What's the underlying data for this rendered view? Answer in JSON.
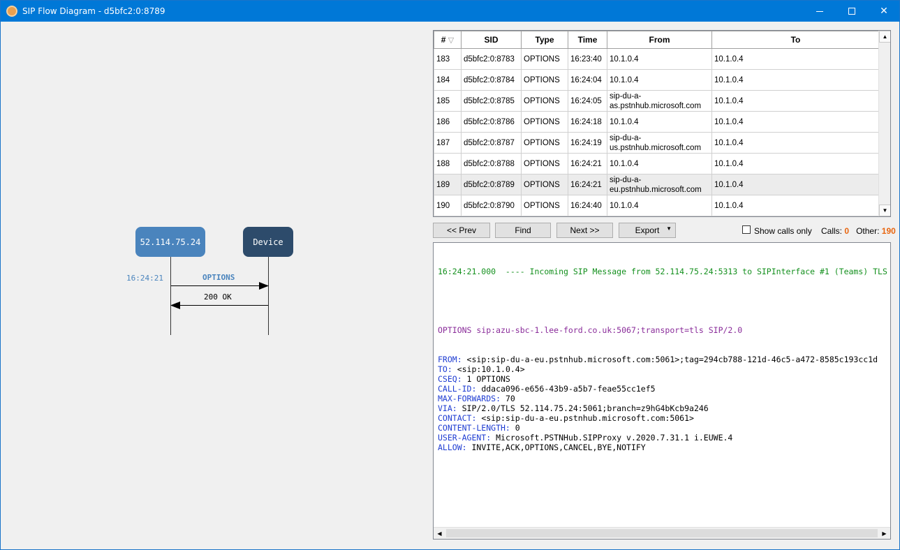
{
  "window": {
    "title": "SIP Flow Diagram - d5bfc2:0:8789"
  },
  "diagram": {
    "node_a": "52.114.75.24",
    "node_b": "Device",
    "timestamp": "16:24:21",
    "request": "OPTIONS",
    "response": "200 OK",
    "request_color": "#4a84bd"
  },
  "table": {
    "columns": [
      "#",
      "SID",
      "Type",
      "Time",
      "From",
      "To"
    ],
    "rows": [
      {
        "num": "183",
        "sid": "d5bfc2:0:8783",
        "type": "OPTIONS",
        "time": "16:23:40",
        "from": "10.1.0.4",
        "to": "10.1.0.4"
      },
      {
        "num": "184",
        "sid": "d5bfc2:0:8784",
        "type": "OPTIONS",
        "time": "16:24:04",
        "from": "10.1.0.4",
        "to": "10.1.0.4"
      },
      {
        "num": "185",
        "sid": "d5bfc2:0:8785",
        "type": "OPTIONS",
        "time": "16:24:05",
        "from": "sip-du-a-as.pstnhub.microsoft.com",
        "to": "10.1.0.4"
      },
      {
        "num": "186",
        "sid": "d5bfc2:0:8786",
        "type": "OPTIONS",
        "time": "16:24:18",
        "from": "10.1.0.4",
        "to": "10.1.0.4"
      },
      {
        "num": "187",
        "sid": "d5bfc2:0:8787",
        "type": "OPTIONS",
        "time": "16:24:19",
        "from": "sip-du-a-us.pstnhub.microsoft.com",
        "to": "10.1.0.4"
      },
      {
        "num": "188",
        "sid": "d5bfc2:0:8788",
        "type": "OPTIONS",
        "time": "16:24:21",
        "from": "10.1.0.4",
        "to": "10.1.0.4"
      },
      {
        "num": "189",
        "sid": "d5bfc2:0:8789",
        "type": "OPTIONS",
        "time": "16:24:21",
        "from": "sip-du-a-eu.pstnhub.microsoft.com",
        "to": "10.1.0.4"
      },
      {
        "num": "190",
        "sid": "d5bfc2:0:8790",
        "type": "OPTIONS",
        "time": "16:24:40",
        "from": "10.1.0.4",
        "to": "10.1.0.4"
      }
    ],
    "selected_row": 6
  },
  "toolbar": {
    "prev": "<< Prev",
    "find": "Find",
    "next": "Next >>",
    "export": "Export",
    "show_calls_only": "Show calls only",
    "calls_label": "Calls:",
    "calls_value": "0",
    "other_label": "Other:",
    "other_value": "190"
  },
  "message": {
    "header": "16:24:21.000  ---- Incoming SIP Message from 52.114.75.24:5313 to SIPInterface #1 (Teams) TLS",
    "request_line": "OPTIONS sip:azu-sbc-1.lee-ford.co.uk:5067;transport=tls SIP/2.0",
    "headers": [
      {
        "name": "FROM:",
        "value": " <sip:sip-du-a-eu.pstnhub.microsoft.com:5061>;tag=294cb788-121d-46c5-a472-8585c193cc1d"
      },
      {
        "name": "TO:",
        "value": " <sip:10.1.0.4>"
      },
      {
        "name": "CSEQ:",
        "value": " 1 OPTIONS"
      },
      {
        "name": "CALL-ID:",
        "value": " ddaca096-e656-43b9-a5b7-feae55cc1ef5"
      },
      {
        "name": "MAX-FORWARDS:",
        "value": " 70"
      },
      {
        "name": "VIA:",
        "value": " SIP/2.0/TLS 52.114.75.24:5061;branch=z9hG4bKcb9a246"
      },
      {
        "name": "CONTACT:",
        "value": " <sip:sip-du-a-eu.pstnhub.microsoft.com:5061>"
      },
      {
        "name": "CONTENT-LENGTH:",
        "value": " 0"
      },
      {
        "name": "USER-AGENT:",
        "value": " Microsoft.PSTNHub.SIPProxy v.2020.7.31.1 i.EUWE.4"
      },
      {
        "name": "ALLOW:",
        "value": " INVITE,ACK,OPTIONS,CANCEL,BYE,NOTIFY"
      }
    ]
  },
  "colors": {
    "accent": "#0078d7",
    "node_a": "#4a84bd",
    "node_b": "#2d4b6b",
    "counter": "#e8650f",
    "header_green": "#14901e",
    "request_purple": "#8a2c9a",
    "header_name_blue": "#1e3cd2"
  }
}
